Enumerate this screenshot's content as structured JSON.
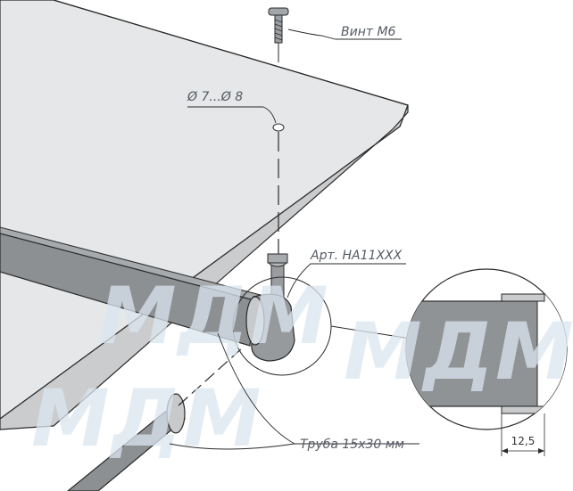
{
  "labels": {
    "screw": "Винт М6",
    "hole": "Ø 7...Ø 8",
    "article": "Арт. HA11XXX",
    "tube": "Труба 15x30 мм",
    "dimension": "12,5"
  },
  "watermark": "МДМ",
  "colors": {
    "shelf_top": "#e5e6e7",
    "shelf_edge": "#c8c9cb",
    "tube": "#8c8f92",
    "outline": "#2a2a2a",
    "watermark": "#dbe6f0"
  }
}
